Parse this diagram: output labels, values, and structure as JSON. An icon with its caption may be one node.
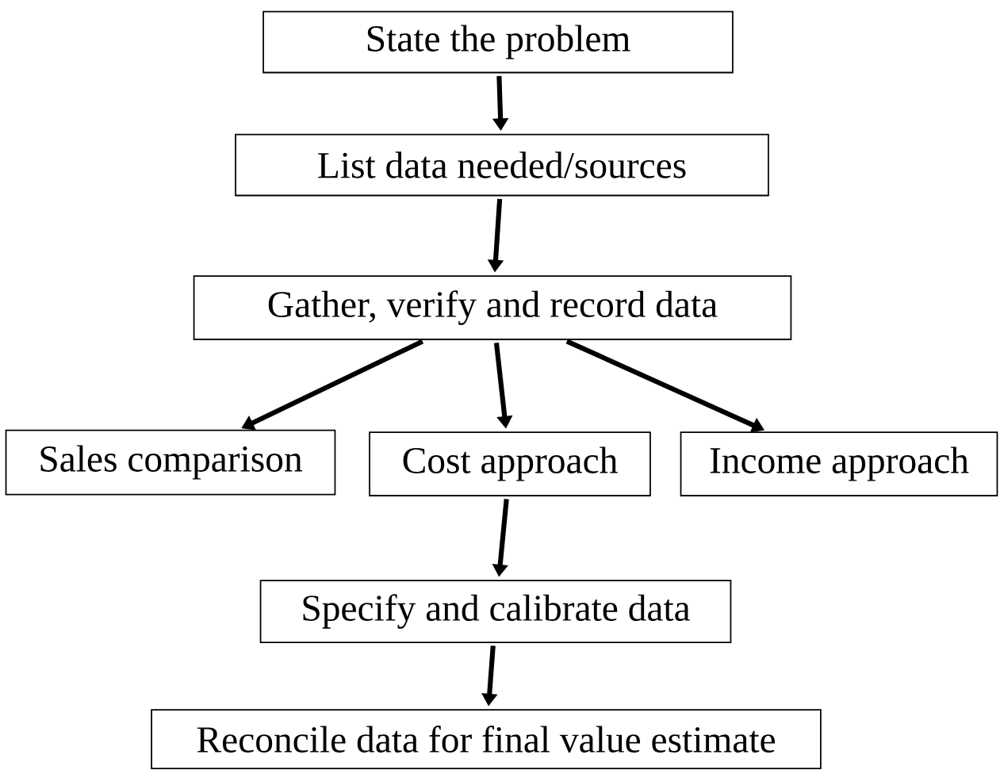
{
  "diagram": {
    "nodes": [
      {
        "text": [
          "State the problem"
        ]
      },
      {
        "text": [
          "List data needed/sources"
        ]
      },
      {
        "text": [
          "Gather, verify and record data"
        ]
      },
      {
        "text": [
          "Sales comparison"
        ]
      },
      {
        "text": [
          "Cost approach"
        ]
      },
      {
        "text": [
          "Income approach"
        ]
      },
      {
        "text": [
          "Specify and calibrate data"
        ]
      },
      {
        "text": [
          "Reconcile data for final value estimate"
        ]
      }
    ],
    "edges": [
      {
        "from": 0,
        "to": 1,
        "arrow": "to"
      },
      {
        "from": 1,
        "to": 2,
        "arrow": "to"
      },
      {
        "from": 2,
        "to": 3,
        "arrow": "to"
      },
      {
        "from": 2,
        "to": 4,
        "arrow": "to"
      },
      {
        "from": 2,
        "to": 5,
        "arrow": "to"
      },
      {
        "from": 4,
        "to": 6,
        "arrow": "to"
      },
      {
        "from": 6,
        "to": 7,
        "arrow": "to"
      }
    ]
  }
}
